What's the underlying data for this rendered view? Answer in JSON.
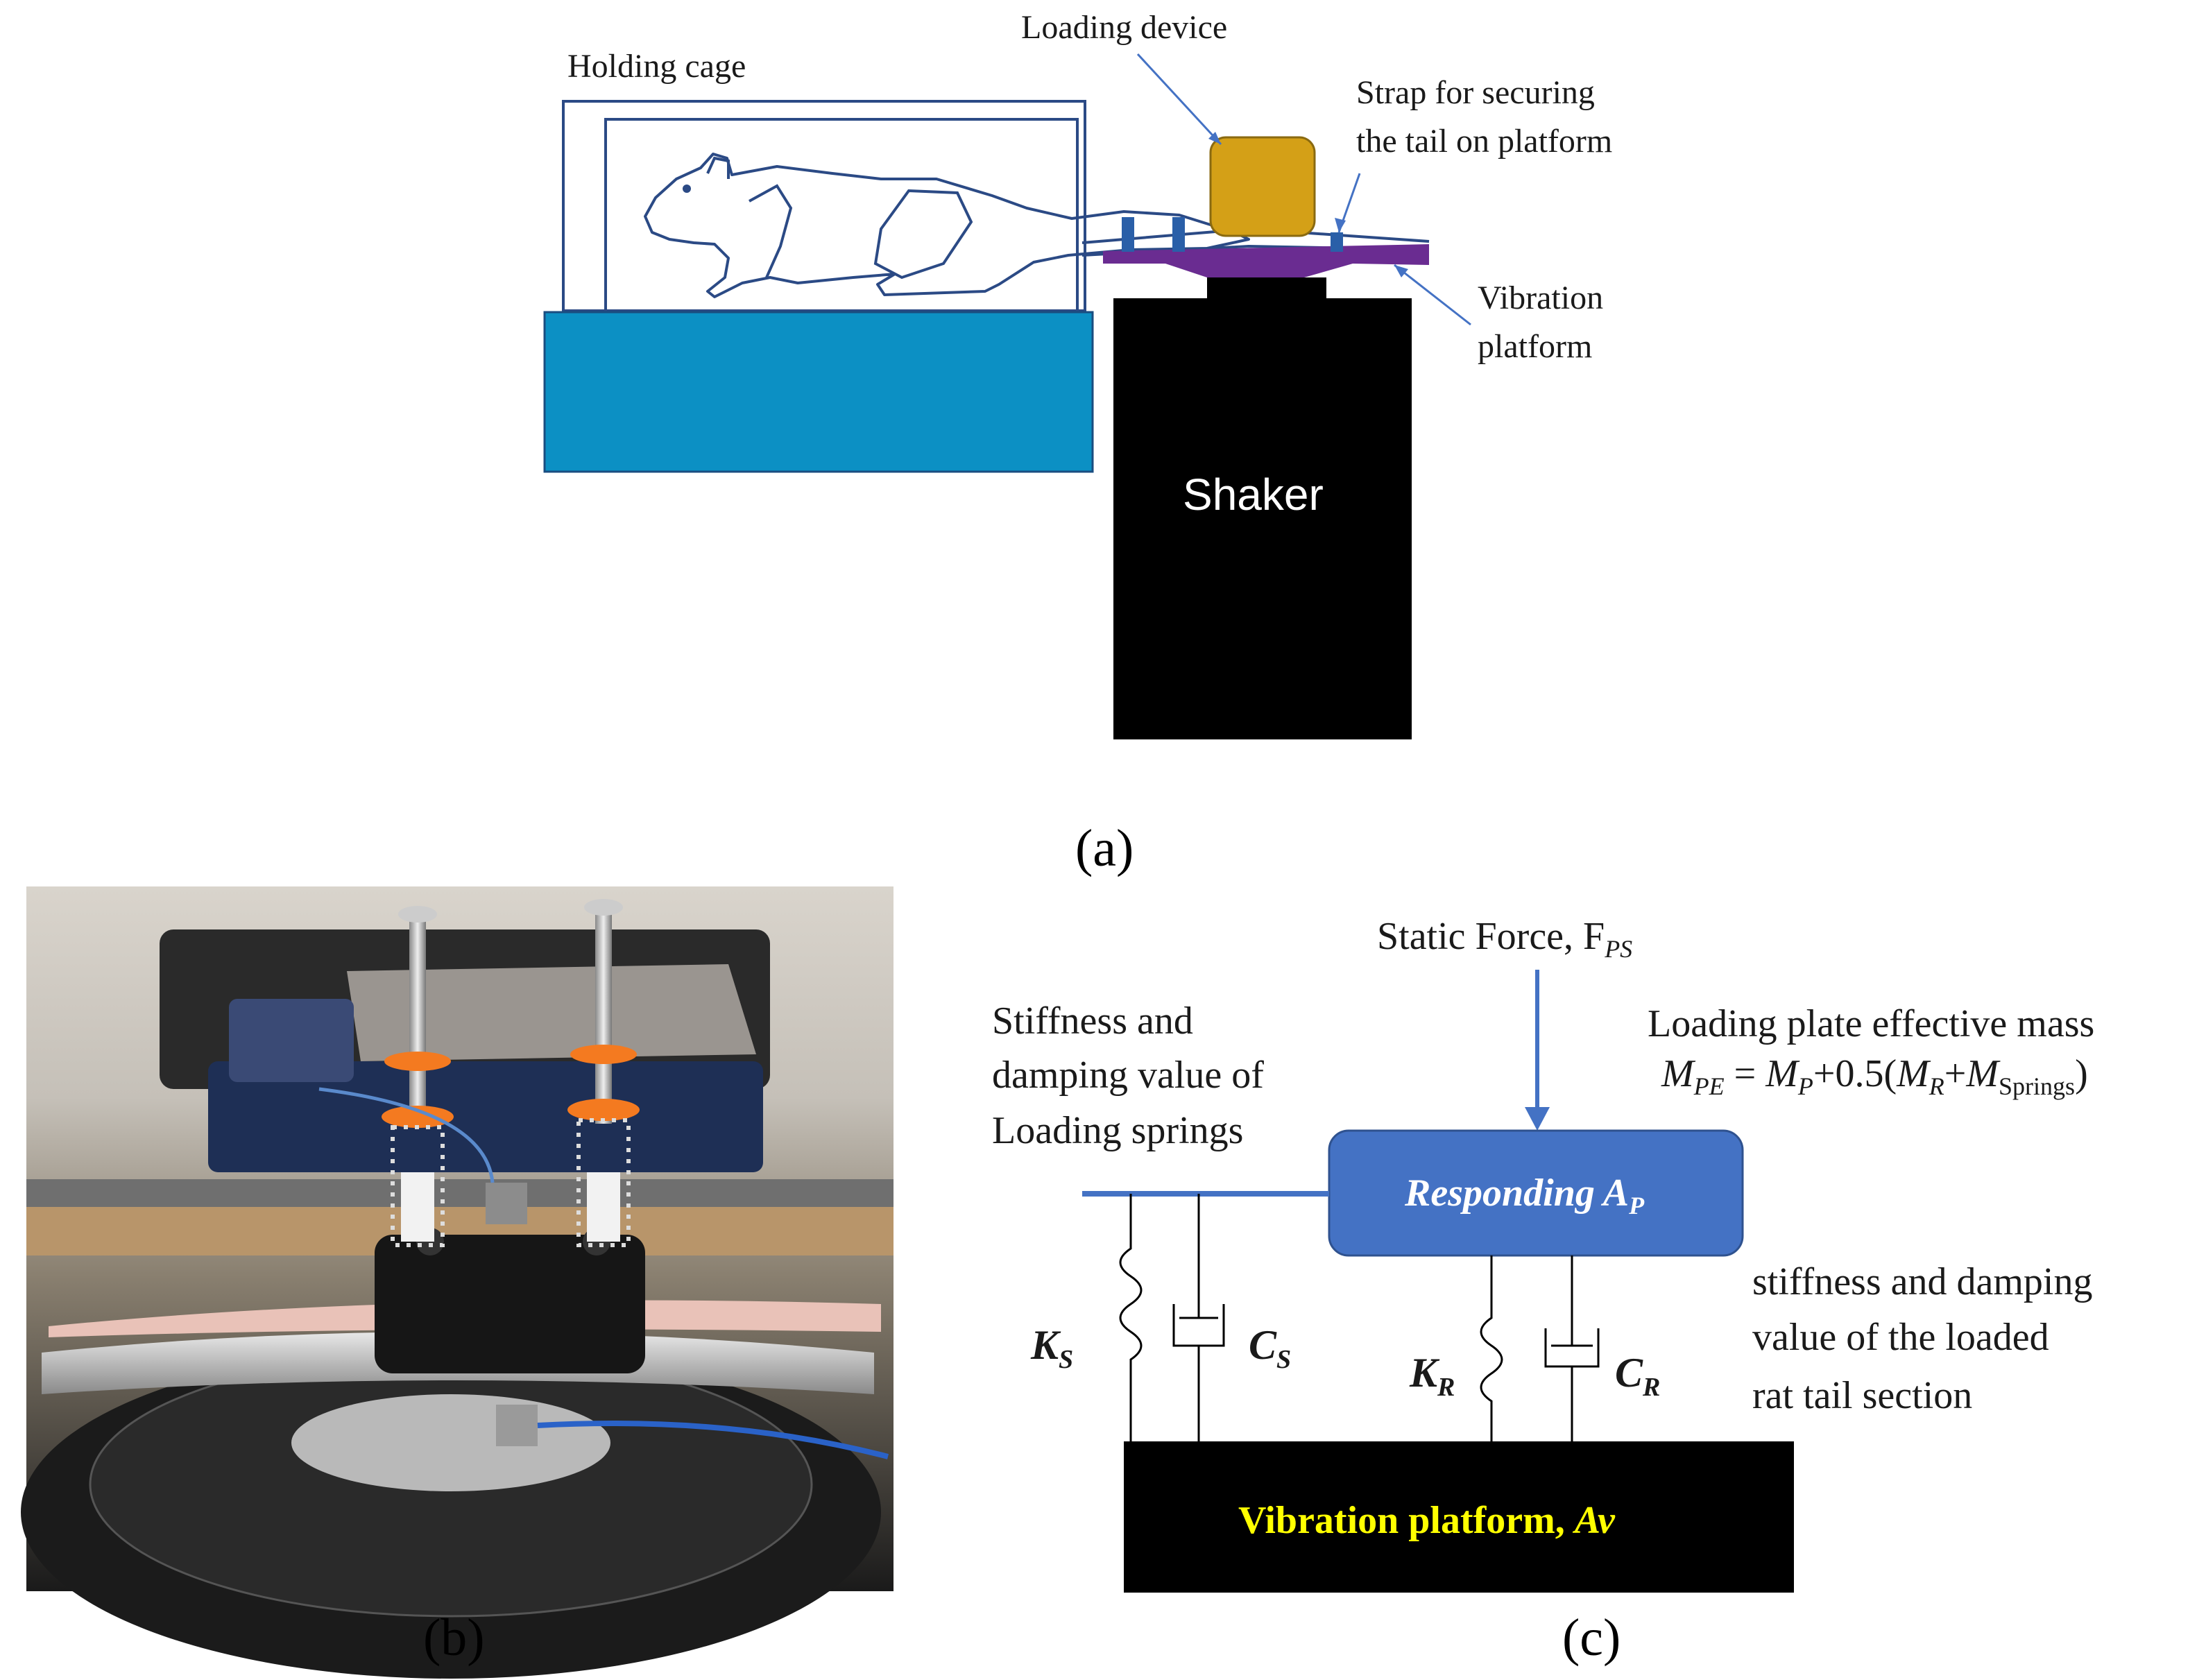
{
  "panel_a": {
    "holding_cage_label": "Holding cage",
    "loading_device_label": "Loading device",
    "strap_label_line1": "Strap for securing",
    "strap_label_line2": "the tail on platform",
    "vibration_platform_line1": "Vibration",
    "vibration_platform_line2": "platform",
    "shaker_label": "Shaker",
    "caption": "(a)",
    "colors": {
      "base_block": "#0c90c4",
      "loading_device": "#d4a017",
      "platform": "#6a2c91",
      "strap": "#2a5fa8",
      "outline": "#2b4a85",
      "shaker": "#000000"
    }
  },
  "panel_b": {
    "caption": "(b)"
  },
  "panel_c": {
    "static_force_text": "Static Force, F",
    "static_force_sub": "PS",
    "stiffness_springs_line1": "Stiffness and",
    "stiffness_springs_line2": "damping value of",
    "stiffness_springs_line3": "Loading springs",
    "effective_mass_title": "Loading plate effective mass",
    "effective_mass_eq": {
      "m": "M",
      "pe": "PE",
      "eq": " = ",
      "mp": "M",
      "p": "P",
      "plus": "+0.5(",
      "mr": "M",
      "r": "R",
      "plus2": "+",
      "ms": "M",
      "springs": "Springs",
      "close": ")"
    },
    "responding_text": "Responding A",
    "responding_sub": "P",
    "ks": "K",
    "ks_sub": "S",
    "cs": "C",
    "cs_sub": "S",
    "kr": "K",
    "kr_sub": "R",
    "cr": "C",
    "cr_sub": "R",
    "tail_line1": "stiffness and damping",
    "tail_line2": "value of the loaded",
    "tail_line3": "rat tail section",
    "platform_text": "Vibration platform, ",
    "platform_var": "Av",
    "caption": "(c)",
    "colors": {
      "responding_box": "#4472c4",
      "platform_text": "#ffff00",
      "line_blue": "#4472c4"
    }
  }
}
